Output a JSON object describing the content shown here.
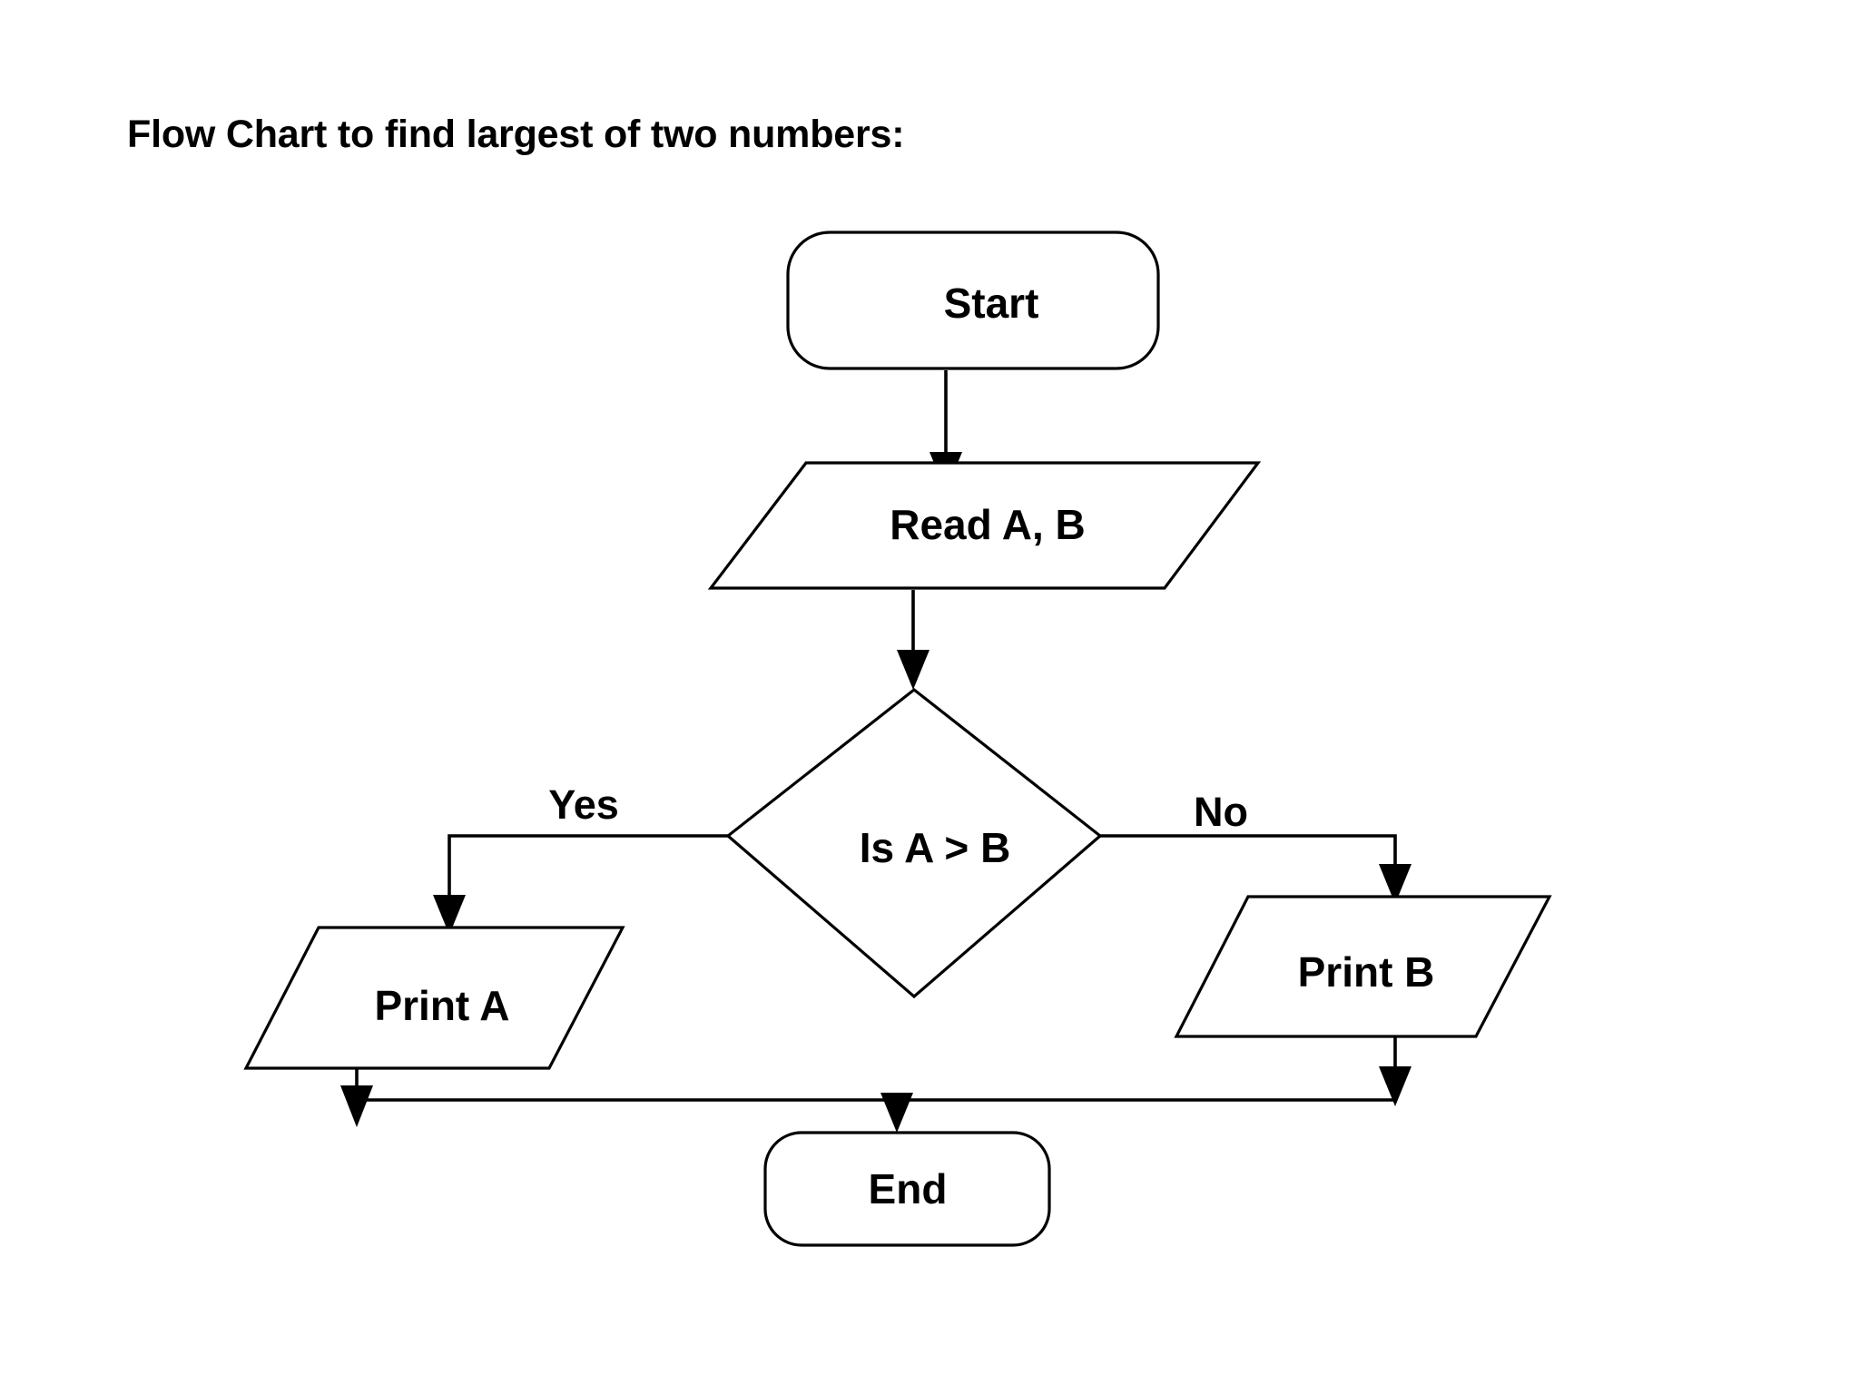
{
  "page": {
    "title": "Flow Chart to find largest of two numbers:",
    "background_color": "#ffffff",
    "line_color": "#000000",
    "text_color": "#000000"
  },
  "diagram": {
    "type": "flowchart",
    "nodes": [
      {
        "id": "start",
        "shape": "terminator",
        "label": "Start"
      },
      {
        "id": "read",
        "shape": "parallelogram",
        "label": "Read A, B"
      },
      {
        "id": "decide",
        "shape": "diamond",
        "label": "Is A > B"
      },
      {
        "id": "printa",
        "shape": "parallelogram",
        "label": "Print A"
      },
      {
        "id": "printb",
        "shape": "parallelogram",
        "label": "Print B"
      },
      {
        "id": "end",
        "shape": "terminator",
        "label": "End"
      }
    ],
    "edges": [
      {
        "from": "start",
        "to": "read",
        "label": ""
      },
      {
        "from": "read",
        "to": "decide",
        "label": ""
      },
      {
        "from": "decide",
        "to": "printa",
        "label": "Yes"
      },
      {
        "from": "decide",
        "to": "printb",
        "label": "No"
      },
      {
        "from": "printa",
        "to": "end",
        "label": ""
      },
      {
        "from": "printb",
        "to": "end",
        "label": ""
      }
    ],
    "branch_labels": {
      "yes": "Yes",
      "no": "No"
    }
  }
}
